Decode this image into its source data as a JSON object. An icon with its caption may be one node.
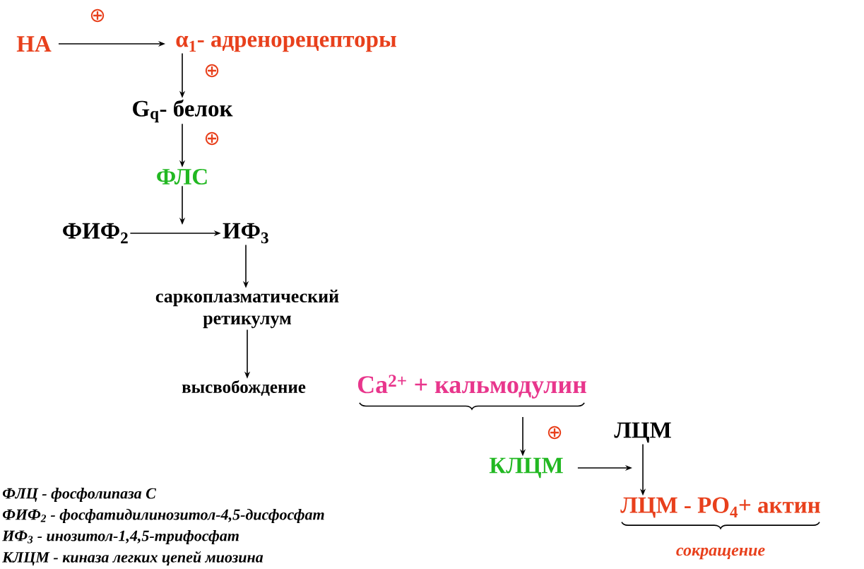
{
  "diagram": {
    "nodes": [
      {
        "text": [
          "НА"
        ]
      },
      {
        "text": [
          "α$_{1}$- адренорецепторы"
        ]
      },
      {
        "text": [
          "G$_{q}$- белок"
        ]
      },
      {
        "text": [
          "ФЛС"
        ]
      },
      {
        "text": [
          "ФИФ$_{2}$"
        ]
      },
      {
        "text": [
          "ИФ$_{3}$"
        ]
      },
      {
        "text": [
          "саркоплазматический ретикулум"
        ]
      },
      {
        "text": [
          "высвобождение"
        ]
      },
      {
        "text": [
          "Ca$^{2+}$ + кальмодулин"
        ]
      },
      {
        "text": [
          "КЛЦМ"
        ]
      },
      {
        "text": [
          "ЛЦМ"
        ]
      },
      {
        "text": [
          "ЛЦМ - PO$_{4}$+ актин"
        ],
        "beside": [
          "сокращение"
        ]
      }
    ],
    "edges": [
      {
        "from": 0,
        "to": 1,
        "arrow": "to",
        "label": "⊕"
      },
      {
        "from": 1,
        "to": 2,
        "arrow": "to",
        "label": "⊕"
      },
      {
        "from": 2,
        "to": 3,
        "arrow": "to",
        "label": "⊕"
      },
      {
        "from": 3,
        "to": null,
        "arrow": "to"
      },
      {
        "from": 4,
        "to": 5,
        "arrow": "to"
      },
      {
        "from": 5,
        "to": 6,
        "arrow": "to"
      },
      {
        "from": 6,
        "to": 7,
        "arrow": "to"
      },
      {
        "from": 8,
        "to": 9,
        "arrow": "to",
        "label": "⊕"
      },
      {
        "from": 9,
        "to": null,
        "arrow": "to"
      },
      {
        "from": 10,
        "to": 11,
        "arrow": "to"
      }
    ],
    "labels": [
      "ФЛЦ - фосфолипаза С",
      "ФИФ$_{2}$ - фосфатидилинозитол-4,5-дисфосфат",
      "ИФ$_{3}$ - инозитол-1,4,5-трифосфат",
      "КЛЦМ - киназа легких цепей миозина"
    ]
  }
}
